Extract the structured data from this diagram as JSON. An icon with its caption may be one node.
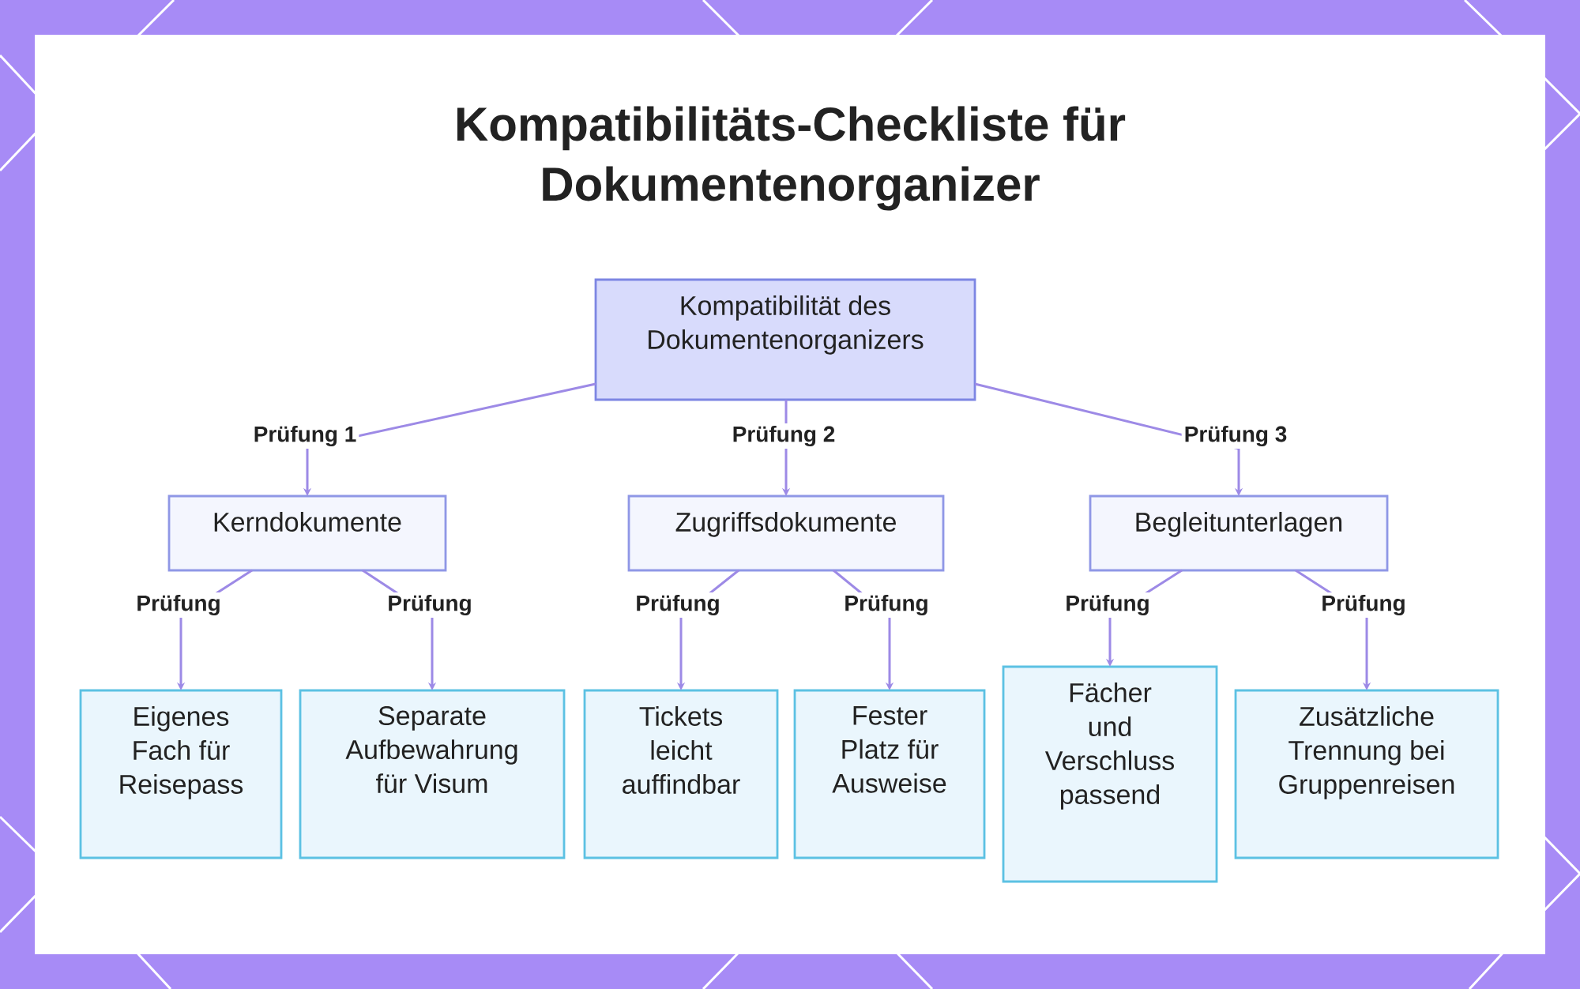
{
  "diagram": {
    "title": "Kompatibilitäts-Checkliste für Dokumentenorganizer",
    "nodes": [
      {
        "text": [
          "Kompatibilität des Dokumentenorganizers"
        ]
      },
      {
        "text": [
          "Kerndokumente"
        ]
      },
      {
        "text": [
          "Zugriffsdokumente"
        ]
      },
      {
        "text": [
          "Begleitunterlagen"
        ]
      },
      {
        "text": [
          "Eigenes Fach für Reisepass"
        ]
      },
      {
        "text": [
          "Separate Aufbewahrung für Visum"
        ]
      },
      {
        "text": [
          "Tickets leicht auffindbar"
        ]
      },
      {
        "text": [
          "Fester Platz für Ausweise"
        ]
      },
      {
        "text": [
          "Fächer und Verschluss passend"
        ]
      },
      {
        "text": [
          "Zusätzliche Trennung bei Gruppenreisen"
        ]
      }
    ],
    "edges": [
      {
        "from": 0,
        "to": 1,
        "arrow": "to",
        "label": "Prüfung 1"
      },
      {
        "from": 0,
        "to": 2,
        "arrow": "to",
        "label": "Prüfung 2"
      },
      {
        "from": 0,
        "to": 3,
        "arrow": "to",
        "label": "Prüfung 3"
      },
      {
        "from": 1,
        "to": 4,
        "arrow": "to",
        "label": "Prüfung"
      },
      {
        "from": 1,
        "to": 5,
        "arrow": "to",
        "label": "Prüfung"
      },
      {
        "from": 2,
        "to": 6,
        "arrow": "to",
        "label": "Prüfung"
      },
      {
        "from": 2,
        "to": 7,
        "arrow": "to",
        "label": "Prüfung"
      },
      {
        "from": 3,
        "to": 8,
        "arrow": "to",
        "label": "Prüfung"
      },
      {
        "from": 3,
        "to": 9,
        "arrow": "to",
        "label": "Prüfung"
      }
    ]
  }
}
